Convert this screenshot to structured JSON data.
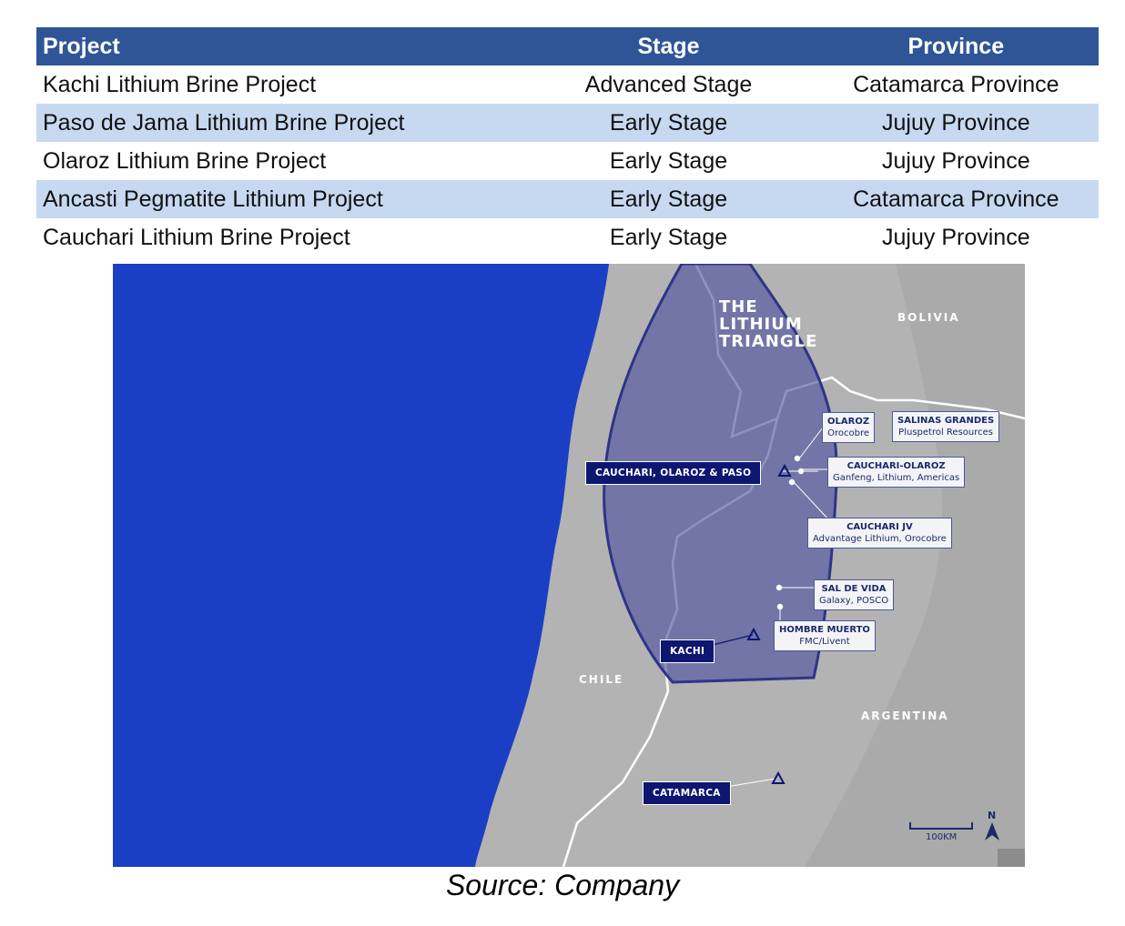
{
  "table": {
    "headers": {
      "project": "Project",
      "stage": "Stage",
      "province": "Province"
    },
    "rows": [
      {
        "project": "Kachi Lithium Brine Project",
        "stage": "Advanced Stage",
        "province": "Catamarca Province"
      },
      {
        "project": "Paso de Jama Lithium Brine Project",
        "stage": "Early Stage",
        "province": "Jujuy Province"
      },
      {
        "project": "Olaroz Lithium Brine Project",
        "stage": "Early Stage",
        "province": "Jujuy Province"
      },
      {
        "project": "Ancasti Pegmatite Lithium Project",
        "stage": "Early Stage",
        "province": "Catamarca Province"
      },
      {
        "project": "Cauchari Lithium Brine Project",
        "stage": "Early Stage",
        "province": "Jujuy Province"
      }
    ]
  },
  "map": {
    "triangle_title": [
      "THE",
      "LITHIUM",
      "TRIANGLE"
    ],
    "countries": {
      "bolivia": "BOLIVIA",
      "chile": "CHILE",
      "argentina": "ARGENTINA"
    },
    "project_labels": {
      "cauchari_olaroz_paso": "CAUCHARI, OLAROZ & PASO",
      "kachi": "KACHI",
      "catamarca": "CATAMARCA"
    },
    "neighbors": {
      "olaroz": {
        "title": "OLAROZ",
        "sub": "Orocobre"
      },
      "salinas": {
        "title": "SALINAS GRANDES",
        "sub": "Pluspetrol Resources"
      },
      "cauchari_olaroz": {
        "title": "CAUCHARI-OLAROZ",
        "sub": "Ganfeng, Lithium, Americas"
      },
      "cauchari_jv": {
        "title": "CAUCHARI JV",
        "sub": "Advantage Lithium, Orocobre"
      },
      "sal_de_vida": {
        "title": "SAL DE VIDA",
        "sub": "Galaxy, POSCO"
      },
      "hombre_muerto": {
        "title": "HOMBRE MUERTO",
        "sub": "FMC/Livent"
      }
    },
    "scale_label": "100KM",
    "north_label": "N",
    "colors": {
      "ocean": "#1a3fc4",
      "land": "#b3b3b3",
      "triangle": "#4a4f9e",
      "label_dark": "#0d1670"
    }
  },
  "source": "Source: Company"
}
